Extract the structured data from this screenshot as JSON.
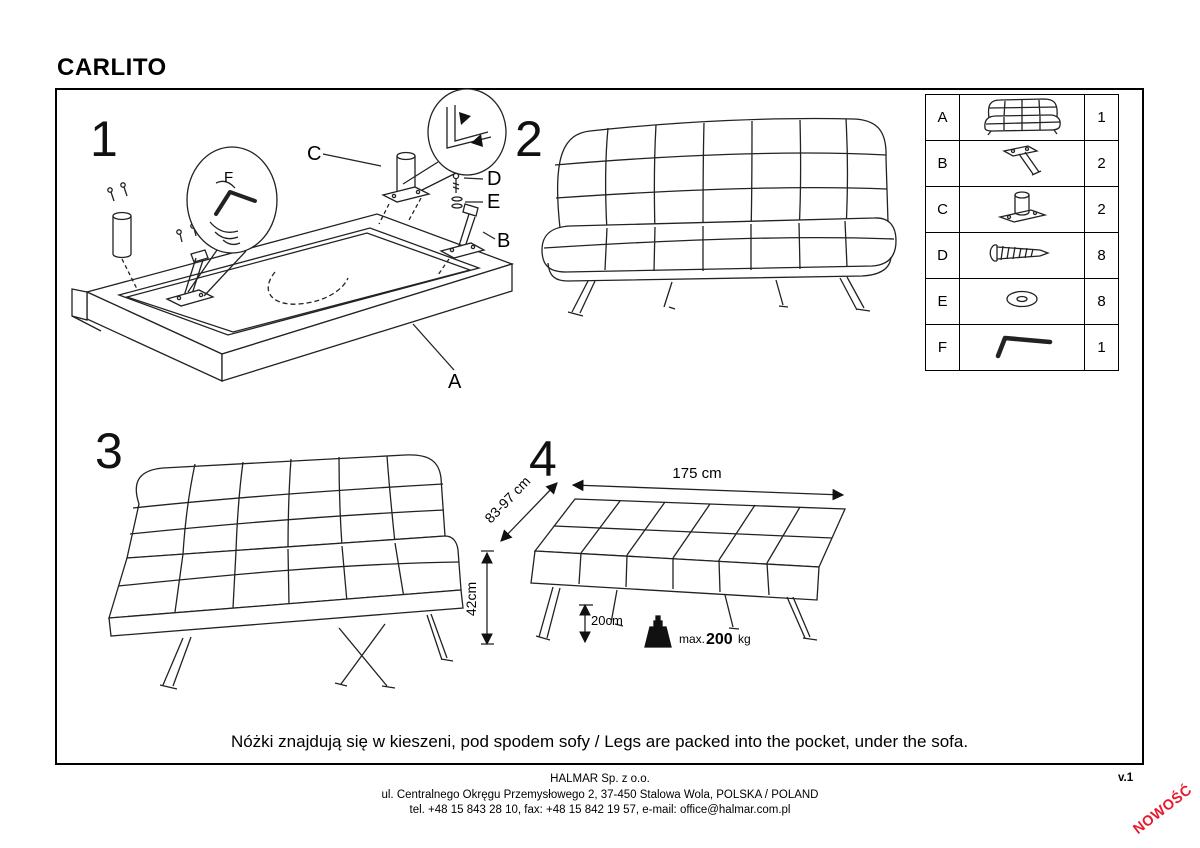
{
  "title": "CARLITO",
  "version": "v.1",
  "badge": "NOWOŚĆ",
  "steps": [
    "1",
    "2",
    "3",
    "4"
  ],
  "part_labels": {
    "A": "A",
    "B": "B",
    "C": "C",
    "D": "D",
    "E": "E",
    "F": "F"
  },
  "parts_table": {
    "rows": [
      {
        "id": "A",
        "icon": "sofa-icon",
        "qty": "1"
      },
      {
        "id": "B",
        "icon": "leg-icon",
        "qty": "2"
      },
      {
        "id": "C",
        "icon": "cylinder-leg-icon",
        "qty": "2"
      },
      {
        "id": "D",
        "icon": "screw-icon",
        "qty": "8"
      },
      {
        "id": "E",
        "icon": "washer-icon",
        "qty": "8"
      },
      {
        "id": "F",
        "icon": "allen-key-icon",
        "qty": "1"
      }
    ]
  },
  "dimensions": {
    "width": "175 cm",
    "depth": "83-97 cm",
    "height": "42cm",
    "clearance": "20cm",
    "weight_prefix": "max.",
    "weight_value": "200",
    "weight_unit": "kg"
  },
  "note": "Nóżki znajdują się w kieszeni, pod spodem sofy / Legs are packed into the pocket, under the sofa.",
  "footer": {
    "company": "HALMAR Sp. z o.o.",
    "address": "ul. Centralnego Okręgu Przemysłowego 2, 37-450 Stalowa Wola, POLSKA / POLAND",
    "contact": "tel. +48 15 843 28 10, fax: +48 15 842 19 57, e-mail: office@halmar.com.pl"
  }
}
